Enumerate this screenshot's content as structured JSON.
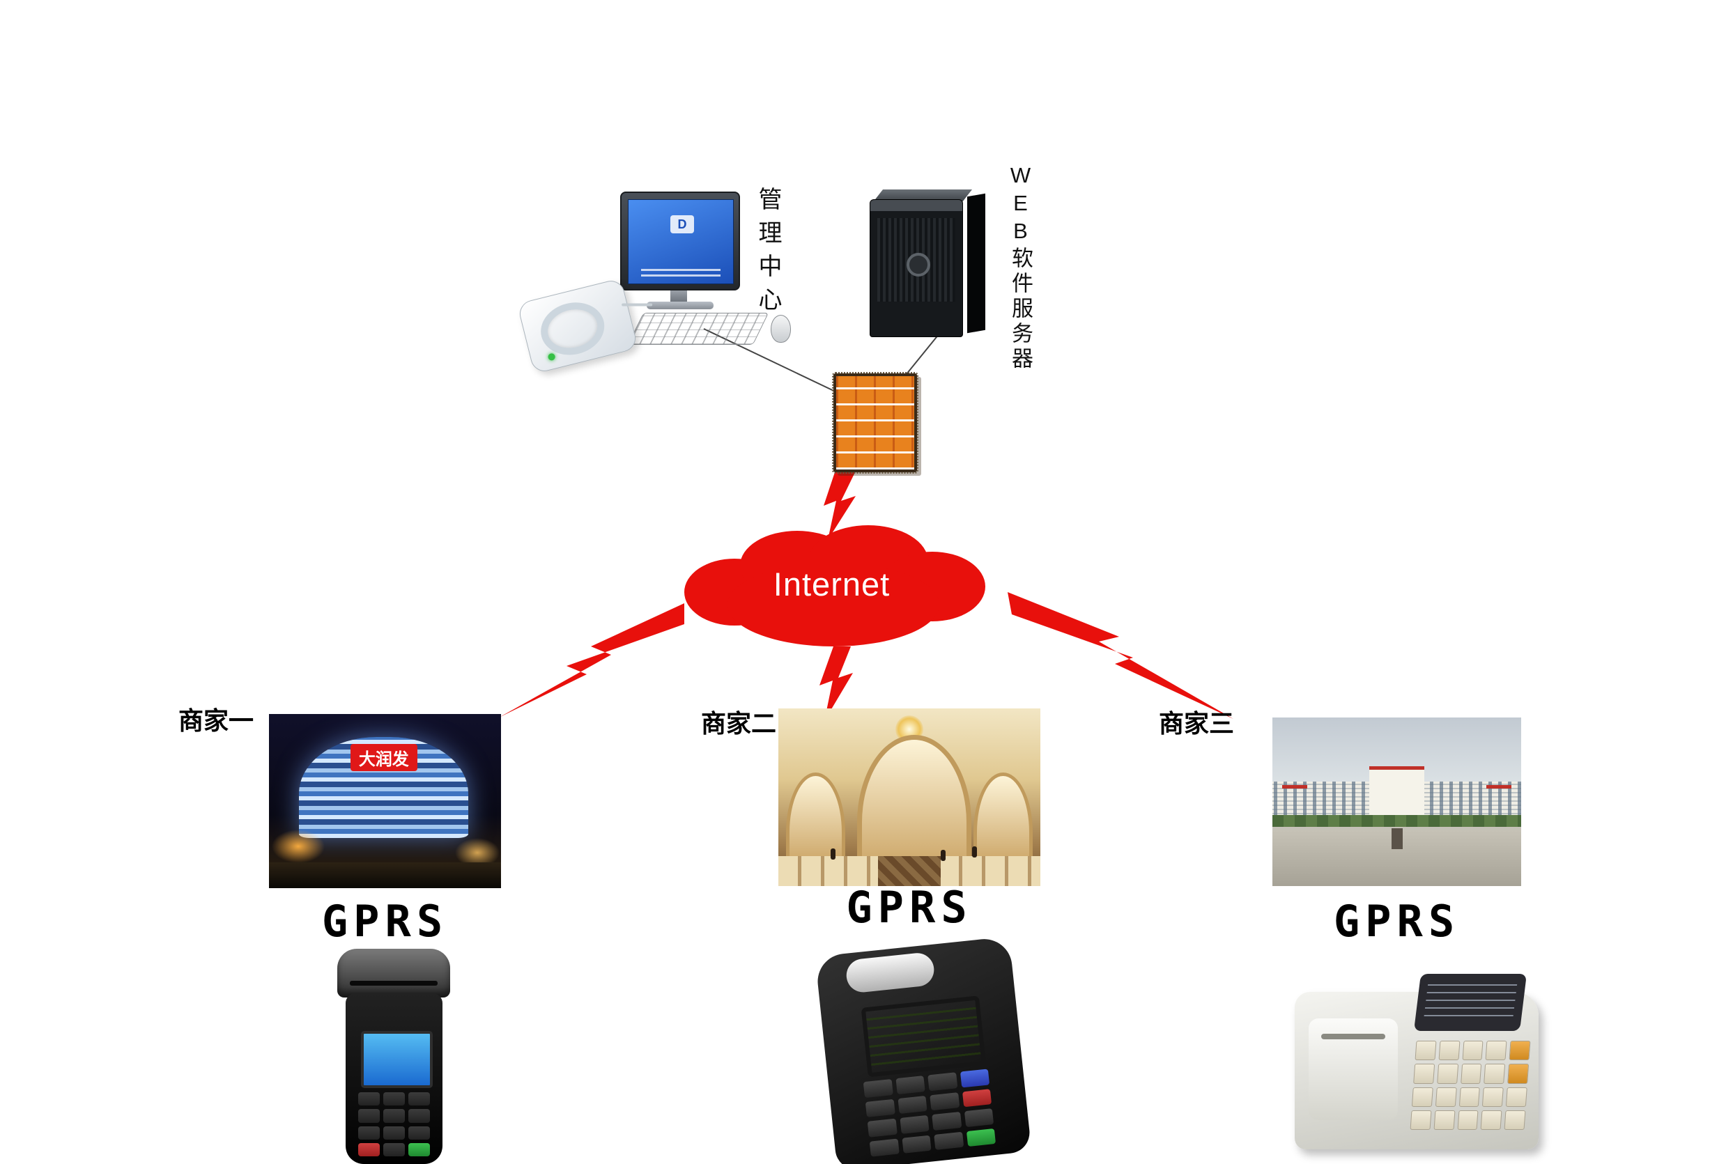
{
  "top": {
    "management_center_label": "管理中心",
    "web_server_label": "WEB软件服务器"
  },
  "cloud": {
    "label": "Internet"
  },
  "merchants": [
    {
      "name": "商家一",
      "connection": "GPRS",
      "photo_sign": "大润发",
      "photo_alt": "night-shopping-mall-photo",
      "device_alt": "handheld-gprs-pos-terminal"
    },
    {
      "name": "商家二",
      "connection": "GPRS",
      "photo_alt": "hotel-lobby-photo",
      "device_alt": "gprs-pos-terminal-green-screen"
    },
    {
      "name": "商家三",
      "connection": "GPRS",
      "photo_alt": "campus-building-photo",
      "device_alt": "desktop-pos-terminal"
    }
  ],
  "colors": {
    "cloud_red": "#e8100c",
    "bolt_red": "#e8100c",
    "firewall_orange": "#e8821e",
    "pc_screen_blue": "#1b4fb8",
    "pos_screen_green": "#9cc83c"
  }
}
